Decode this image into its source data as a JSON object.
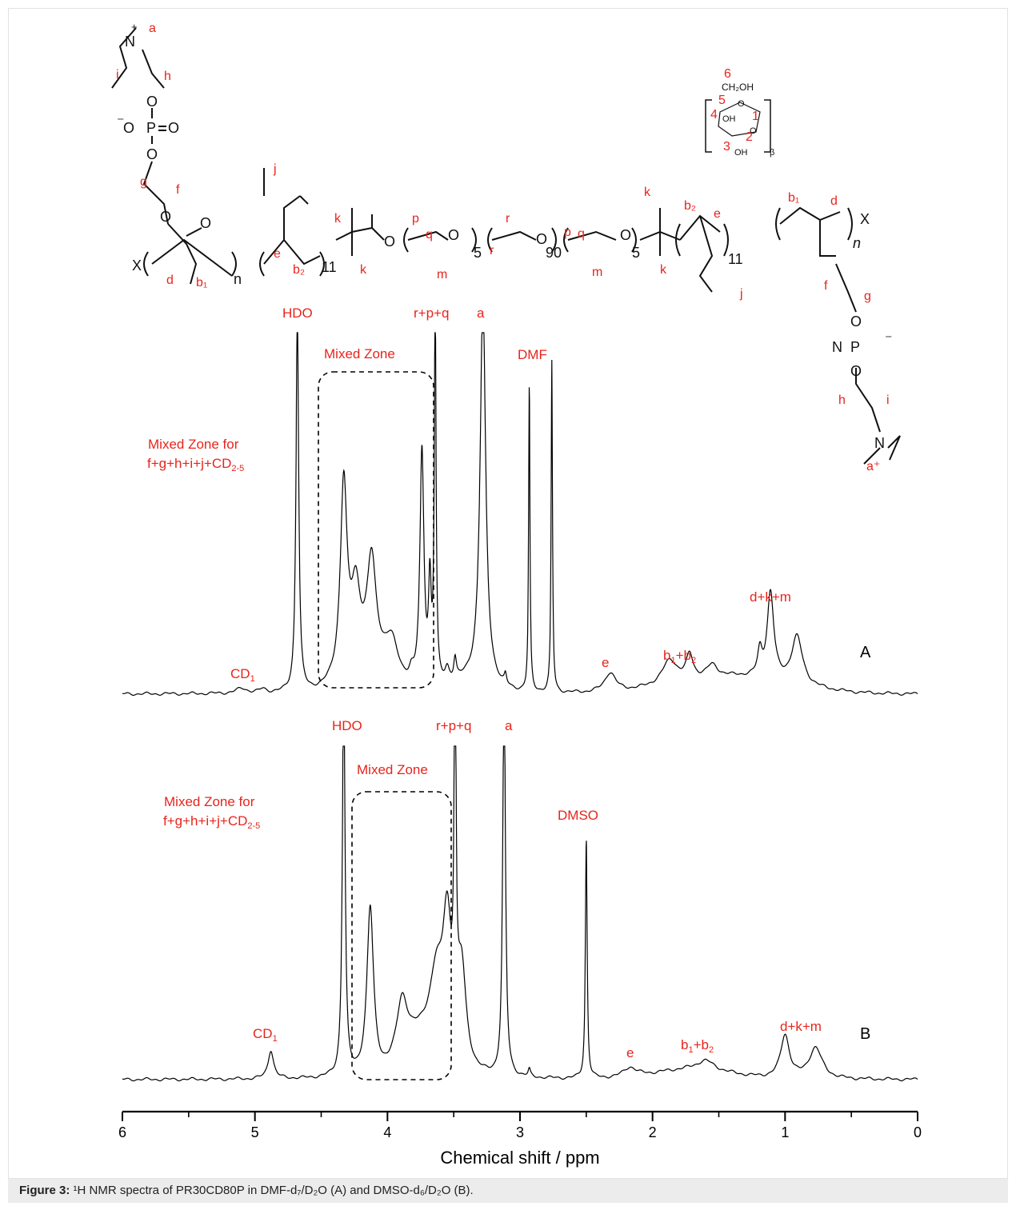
{
  "caption": {
    "figure_label": "Figure 3:",
    "text": " ¹H NMR spectra of PR30CD80P in DMF-d₇/D₂O (A) and DMSO-d₆/D₂O (B)."
  },
  "structure": {
    "cd_numbers": [
      "6",
      "5",
      "4",
      "1",
      "2",
      "3"
    ],
    "cd_groups": [
      "CH₂OH",
      "OH",
      "OH",
      "O",
      "O"
    ],
    "cd_repeat": "β",
    "left_labels": [
      "a",
      "i",
      "h",
      "g",
      "f",
      "j",
      "e",
      "b₂",
      "k",
      "k",
      "d",
      "b₁"
    ],
    "center_labels": [
      "p",
      "q",
      "r",
      "r",
      "p",
      "q",
      "m",
      "m"
    ],
    "right_labels": [
      "k",
      "k",
      "b₂",
      "e",
      "b₁",
      "d",
      "f",
      "g",
      "h",
      "i",
      "a⁺",
      "j"
    ],
    "subscripts": [
      "n",
      "11",
      "5",
      "90",
      "5",
      "11",
      "n"
    ],
    "end_groups": [
      "X",
      "X"
    ],
    "atoms": [
      "N",
      "+",
      "O",
      "P",
      "O",
      "O",
      "O",
      "O",
      "O",
      "O",
      "O",
      "O",
      "O",
      "P",
      "O",
      "O",
      "N"
    ],
    "charges": [
      "⁻",
      "⁻"
    ]
  },
  "chart_data": {
    "type": "line",
    "xlabel": "Chemical shift / ppm",
    "x_reversed": true,
    "xlim": [
      6,
      0
    ],
    "x_ticks": [
      6,
      5,
      4,
      3,
      2,
      1,
      0
    ],
    "x_tick_labels": [
      "6",
      "5",
      "4",
      "3",
      "2",
      "1",
      "0"
    ],
    "panels": [
      {
        "name": "A",
        "solvent": "DMF-d7/D2O",
        "peaks": [
          {
            "shift": 5.1,
            "height": 0.02,
            "width": 0.05
          },
          {
            "shift": 4.94,
            "height": 0.015,
            "width": 0.03
          },
          {
            "shift": 4.68,
            "height": 1.6,
            "width": 0.012
          },
          {
            "shift": 4.33,
            "height": 0.8,
            "width": 0.03
          },
          {
            "shift": 4.24,
            "height": 0.3,
            "width": 0.04
          },
          {
            "shift": 4.12,
            "height": 0.42,
            "width": 0.04
          },
          {
            "shift": 3.97,
            "height": 0.15,
            "width": 0.06
          },
          {
            "shift": 3.82,
            "height": 0.04,
            "width": 0.02
          },
          {
            "shift": 3.74,
            "height": 0.98,
            "width": 0.018
          },
          {
            "shift": 3.68,
            "height": 0.4,
            "width": 0.012
          },
          {
            "shift": 3.64,
            "height": 1.6,
            "width": 0.008
          },
          {
            "shift": 3.55,
            "height": 0.06,
            "width": 0.02
          },
          {
            "shift": 3.49,
            "height": 0.09,
            "width": 0.012
          },
          {
            "shift": 3.28,
            "height": 1.6,
            "width": 0.025
          },
          {
            "shift": 3.11,
            "height": 0.04,
            "width": 0.01
          },
          {
            "shift": 2.93,
            "height": 1.28,
            "width": 0.006
          },
          {
            "shift": 2.76,
            "height": 1.38,
            "width": 0.006
          },
          {
            "shift": 2.32,
            "height": 0.08,
            "width": 0.05
          },
          {
            "shift": 1.87,
            "height": 0.1,
            "width": 0.07
          },
          {
            "shift": 1.72,
            "height": 0.1,
            "width": 0.03
          },
          {
            "shift": 1.55,
            "height": 0.05,
            "width": 0.05
          },
          {
            "shift": 1.19,
            "height": 0.1,
            "width": 0.02
          },
          {
            "shift": 1.11,
            "height": 0.36,
            "width": 0.03
          },
          {
            "shift": 0.91,
            "height": 0.2,
            "width": 0.05
          }
        ],
        "broad": [
          {
            "center": 4.15,
            "height": 0.12,
            "width": 0.22
          },
          {
            "center": 1.4,
            "height": 0.07,
            "width": 0.6
          },
          {
            "center": 3.35,
            "height": 0.05,
            "width": 0.2
          }
        ],
        "labels": [
          "HDO",
          "r+p+q",
          "a",
          "DMF",
          "Mixed Zone",
          "Mixed Zone for",
          "f+g+h+i+j+CD",
          "2-5",
          "CD",
          "1",
          "e",
          "b",
          "1",
          "+b",
          "2",
          "d+k+m"
        ]
      },
      {
        "name": "B",
        "solvent": "DMSO-d6/D2O",
        "peaks": [
          {
            "shift": 4.88,
            "height": 0.12,
            "width": 0.025
          },
          {
            "shift": 4.33,
            "height": 1.7,
            "width": 0.012
          },
          {
            "shift": 4.13,
            "height": 0.7,
            "width": 0.03
          },
          {
            "shift": 3.89,
            "height": 0.24,
            "width": 0.05
          },
          {
            "shift": 3.63,
            "height": 0.3,
            "width": 0.06
          },
          {
            "shift": 3.55,
            "height": 0.55,
            "width": 0.04
          },
          {
            "shift": 3.49,
            "height": 1.7,
            "width": 0.008
          },
          {
            "shift": 3.44,
            "height": 0.4,
            "width": 0.04
          },
          {
            "shift": 3.12,
            "height": 1.7,
            "width": 0.012
          },
          {
            "shift": 2.93,
            "height": 0.03,
            "width": 0.01
          },
          {
            "shift": 2.5,
            "height": 1.0,
            "width": 0.008
          },
          {
            "shift": 2.17,
            "height": 0.04,
            "width": 0.06
          },
          {
            "shift": 1.6,
            "height": 0.04,
            "width": 0.08
          },
          {
            "shift": 1.0,
            "height": 0.18,
            "width": 0.04
          },
          {
            "shift": 0.77,
            "height": 0.13,
            "width": 0.06
          }
        ],
        "broad": [
          {
            "center": 3.75,
            "height": 0.15,
            "width": 0.18
          },
          {
            "center": 1.7,
            "height": 0.04,
            "width": 0.4
          }
        ],
        "labels": [
          "HDO",
          "r+p+q",
          "a",
          "DMSO",
          "Mixed Zone",
          "Mixed Zone for",
          "f+g+h+i+j+CD",
          "2-5",
          "CD",
          "1",
          "e",
          "b",
          "1",
          "+b",
          "2",
          "d+k+m"
        ]
      }
    ],
    "colors": {
      "trace": "#000000",
      "annotation": "#e8241c"
    }
  }
}
